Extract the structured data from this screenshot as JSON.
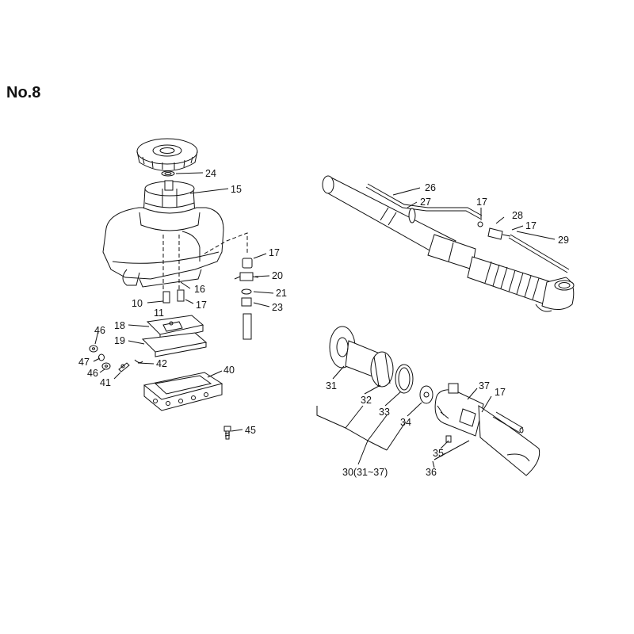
{
  "page": {
    "title": "No.8"
  },
  "callouts": [
    {
      "id": "c24",
      "label": "24"
    },
    {
      "id": "c15",
      "label": "15"
    },
    {
      "id": "c17a",
      "label": "17"
    },
    {
      "id": "c20",
      "label": "20"
    },
    {
      "id": "c21",
      "label": "21"
    },
    {
      "id": "c23",
      "label": "23"
    },
    {
      "id": "c16",
      "label": "16"
    },
    {
      "id": "c10",
      "label": "10"
    },
    {
      "id": "c11",
      "label": "11"
    },
    {
      "id": "c17b",
      "label": "17"
    },
    {
      "id": "c18",
      "label": "18"
    },
    {
      "id": "c19",
      "label": "19"
    },
    {
      "id": "c46a",
      "label": "46"
    },
    {
      "id": "c47",
      "label": "47"
    },
    {
      "id": "c46b",
      "label": "46"
    },
    {
      "id": "c42",
      "label": "42"
    },
    {
      "id": "c41",
      "label": "41"
    },
    {
      "id": "c40",
      "label": "40"
    },
    {
      "id": "c45",
      "label": "45"
    },
    {
      "id": "c26",
      "label": "26"
    },
    {
      "id": "c27",
      "label": "27"
    },
    {
      "id": "c17c",
      "label": "17"
    },
    {
      "id": "c28",
      "label": "28"
    },
    {
      "id": "c17d",
      "label": "17"
    },
    {
      "id": "c29",
      "label": "29"
    },
    {
      "id": "c31",
      "label": "31"
    },
    {
      "id": "c32",
      "label": "32"
    },
    {
      "id": "c33",
      "label": "33"
    },
    {
      "id": "c34",
      "label": "34"
    },
    {
      "id": "c37",
      "label": "37"
    },
    {
      "id": "c17e",
      "label": "17"
    },
    {
      "id": "c35",
      "label": "35"
    },
    {
      "id": "c30",
      "label": "30(31~37)"
    },
    {
      "id": "c36",
      "label": "36"
    }
  ]
}
